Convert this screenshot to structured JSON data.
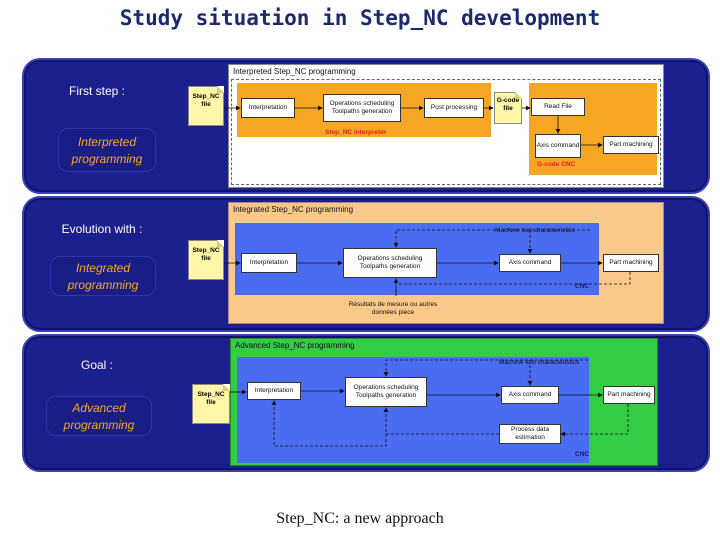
{
  "title": "Study situation in Step_NC development",
  "footer": "Step_NC: a new approach",
  "sections": [
    {
      "side_label": "First step :",
      "pill": "Interpreted programming",
      "panel_title": "Interpreted Step_NC programming",
      "file": "Step_NC file",
      "boxes": {
        "interpretation": "Interpretation",
        "operations": "Operations scheduling Toolpaths generation",
        "post": "Post processing",
        "gcode_file": "G-code file",
        "read_file": "Read File",
        "axis": "Axis command",
        "part": "Part machining"
      },
      "interpreter_label": "Step_NC interpreter",
      "cnc_label": "G-code CNC"
    },
    {
      "side_label": "Evolution with :",
      "pill": "Integrated programming",
      "panel_title": "Integrated Step_NC programming",
      "file": "Step_NC file",
      "machine_label": "Machine tool characteristics",
      "boxes": {
        "interpretation": "Interpretation",
        "operations": "Operations scheduling Toolpaths generation",
        "axis": "Axis command",
        "part": "Part machining"
      },
      "cnc_label": "CNC",
      "results_label": "Résultats de mesure ou autres données pièce"
    },
    {
      "side_label": "Goal :",
      "pill": "Advanced programming",
      "panel_title": "Advanced Step_NC programming",
      "file": "Step_NC file",
      "machine_label": "Machine tool characteristics",
      "boxes": {
        "interpretation": "Interpretation",
        "operations": "Operations scheduling Toolpaths generation",
        "axis": "Axis command",
        "part": "Part machining",
        "process": "Process data estimation"
      },
      "cnc_label": "CNC"
    }
  ],
  "colors": {
    "band": "#1c1f8e",
    "pill_text": "#f5a623",
    "interpreted_panel": "#ffffff",
    "interpreter_area": "#f5a623",
    "integrated_panel": "#f9c98a",
    "advanced_panel": "#33cc44",
    "cnc_area": "#4a6cf0",
    "file": "#fff7a8",
    "red_label": "#e02020"
  }
}
